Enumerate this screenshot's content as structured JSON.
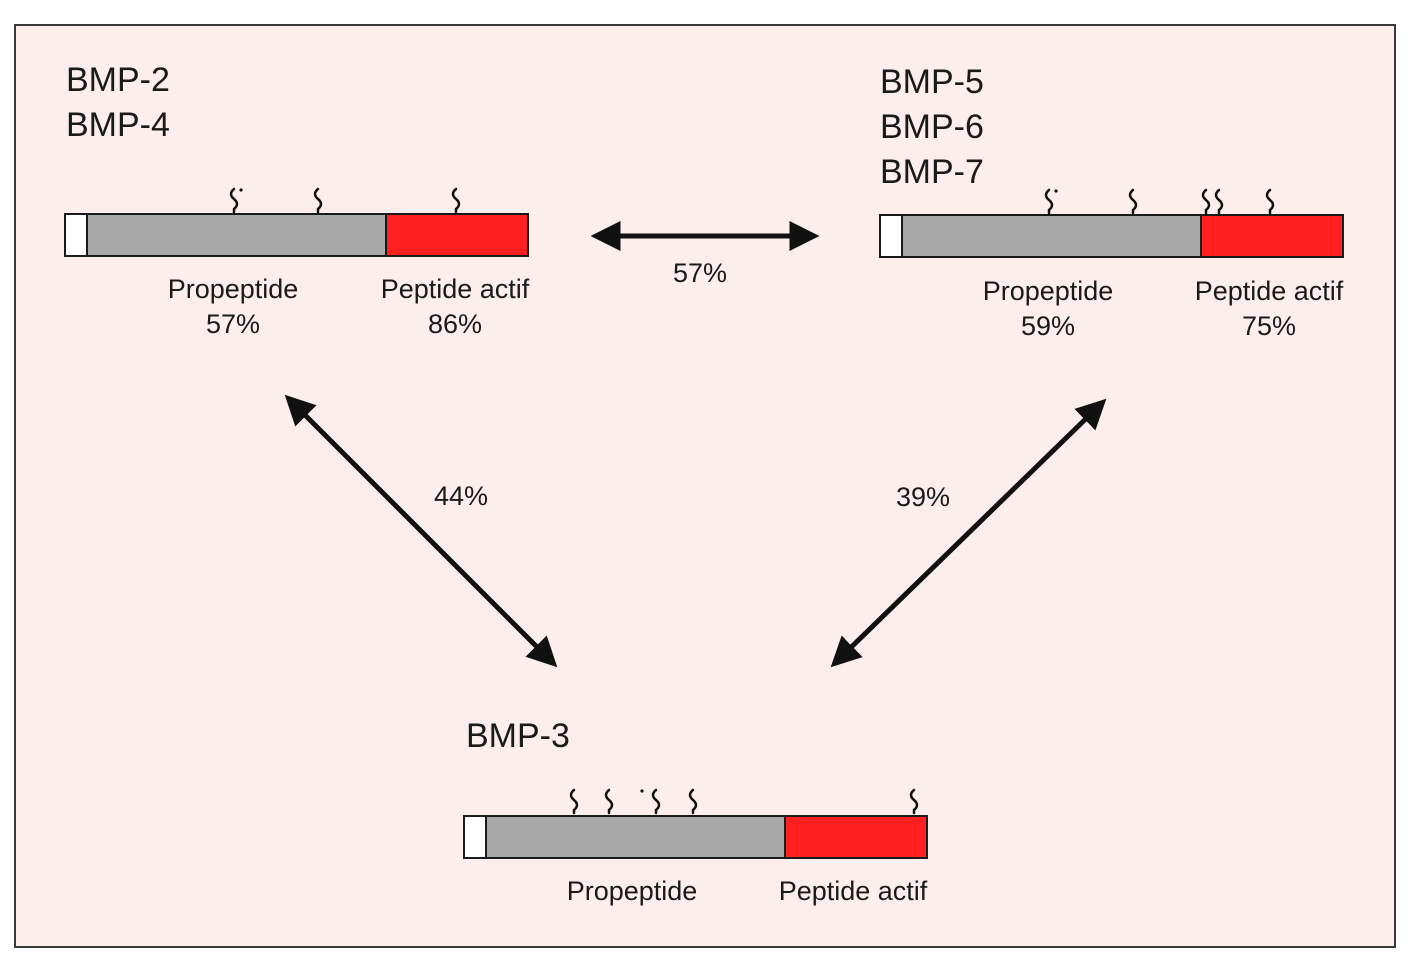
{
  "colors": {
    "background": "#fdeeee",
    "propeptide": "#a9a9a9",
    "active_peptide": "#ff2020",
    "arrow": "#111111"
  },
  "groups": [
    {
      "id": "bmp-2-4",
      "names": [
        "BMP-2",
        "BMP-4"
      ],
      "propeptide_label": "Propeptide",
      "propeptide_identity": "57%",
      "active_label": "Peptide actif",
      "active_identity": "86%"
    },
    {
      "id": "bmp-5-6-7",
      "names": [
        "BMP-5",
        "BMP-6",
        "BMP-7"
      ],
      "propeptide_label": "Propeptide",
      "propeptide_identity": "59%",
      "active_label": "Peptide actif",
      "active_identity": "75%"
    },
    {
      "id": "bmp-3",
      "names": [
        "BMP-3"
      ],
      "propeptide_label": "Propeptide",
      "active_label": "Peptide actif"
    }
  ],
  "links": [
    {
      "id": "bmp24-bmp567",
      "identity": "57%"
    },
    {
      "id": "bmp24-bmp3",
      "identity": "44%"
    },
    {
      "id": "bmp567-bmp3",
      "identity": "39%"
    }
  ]
}
